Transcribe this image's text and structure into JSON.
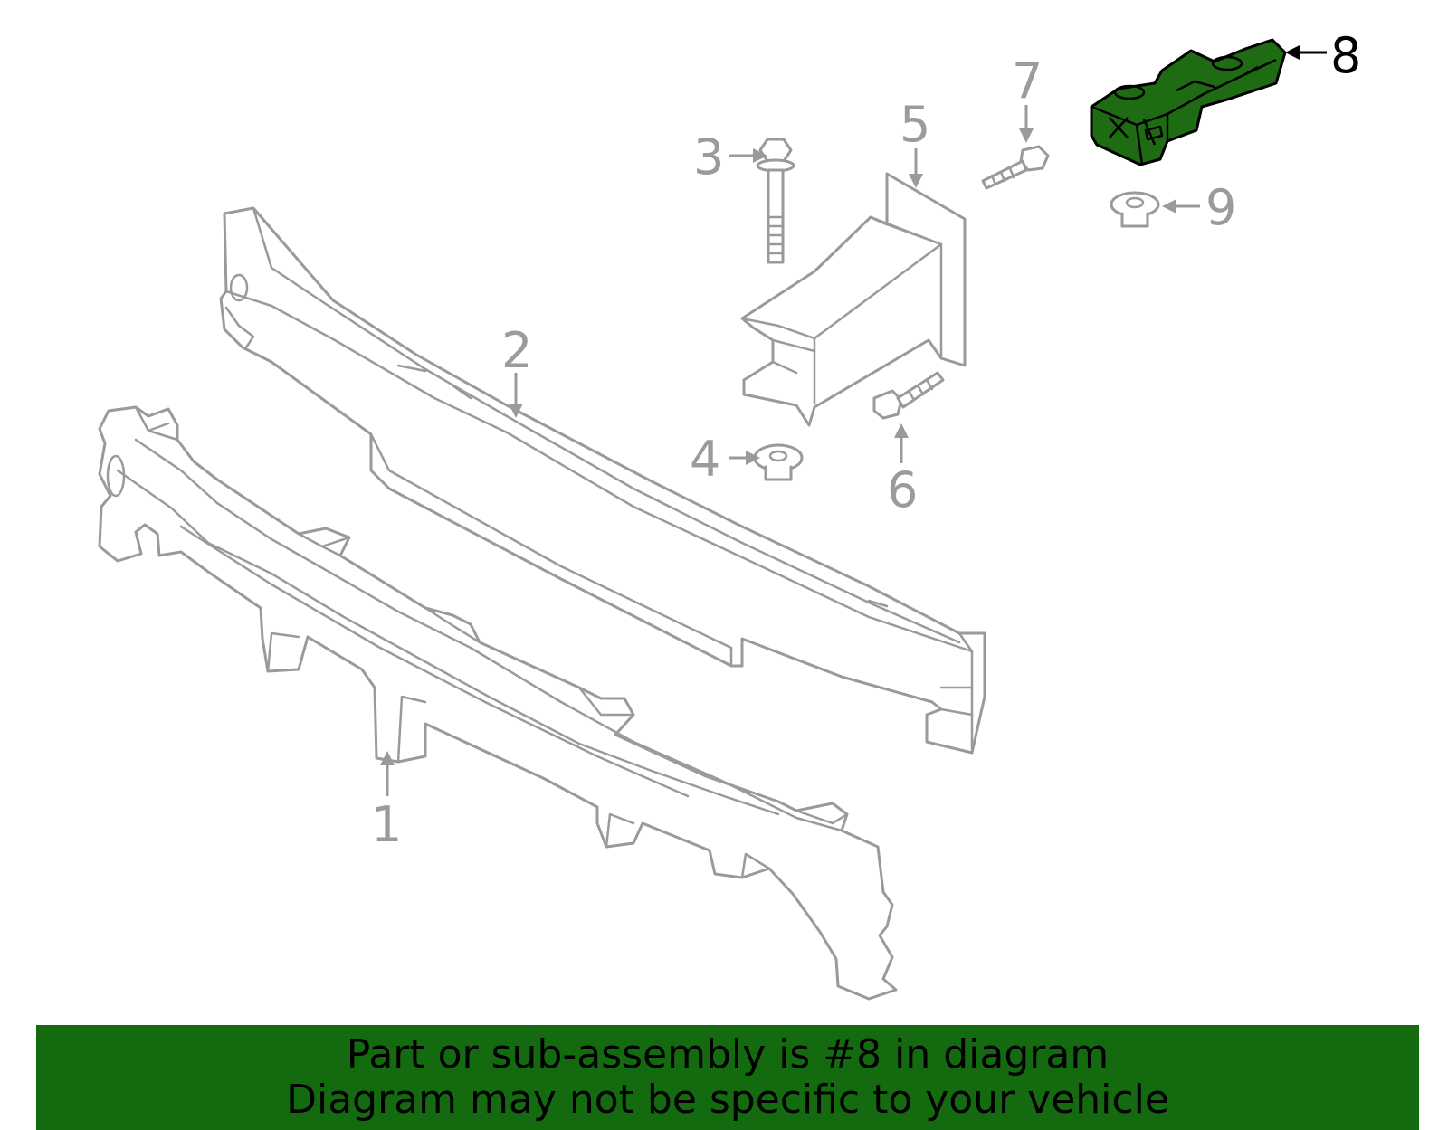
{
  "diagram": {
    "callouts": [
      "1",
      "2",
      "3",
      "4",
      "5",
      "6",
      "7",
      "8",
      "9"
    ],
    "highlighted_callout": "8",
    "highlight_color": "#1e6b14",
    "line_color": "#9a9a9a"
  },
  "banner": {
    "line1": "Part or sub-assembly is #8 in diagram",
    "line2": "Diagram may not be specific to your vehicle",
    "background_color": "#146b0f"
  }
}
